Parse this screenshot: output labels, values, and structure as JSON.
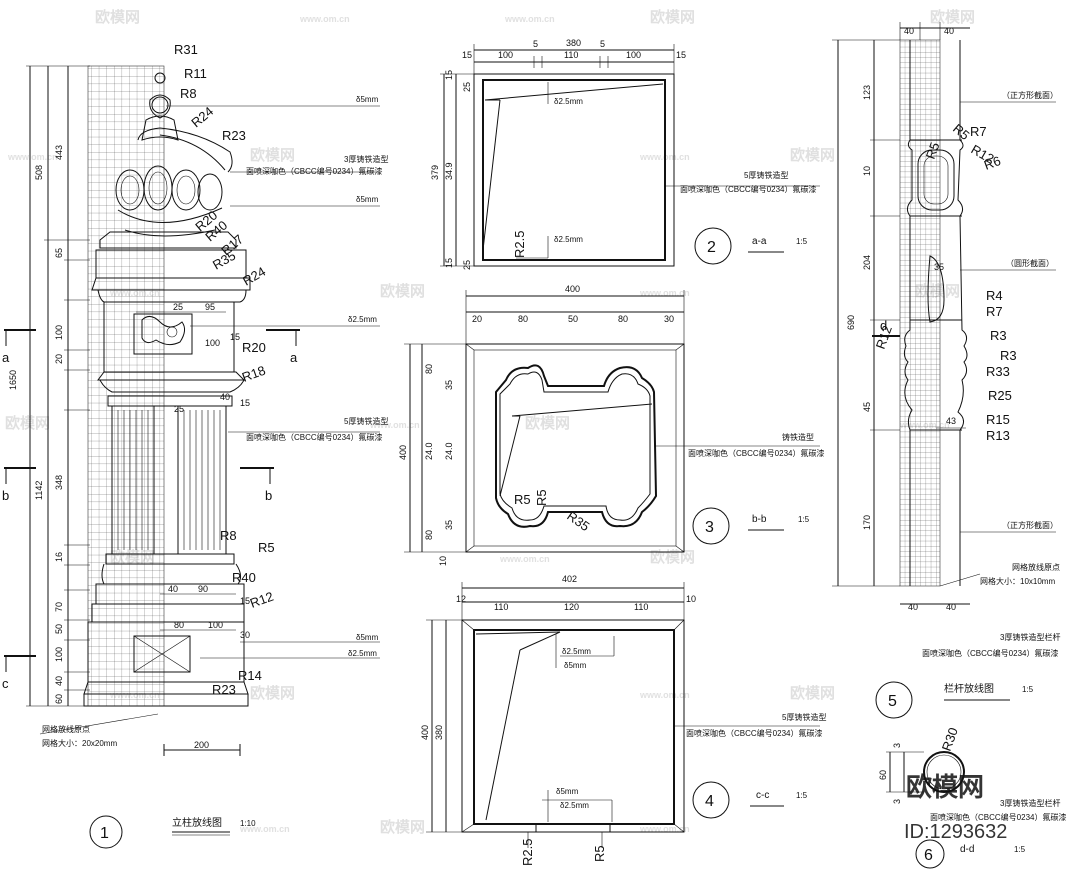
{
  "watermarks": {
    "brand": "欧模网",
    "site": "www.om.cn",
    "logo_text": "欧模网",
    "id_text": "ID:1293632"
  },
  "drawing1": {
    "title": "立柱放线图",
    "scale": "1:10",
    "number": "1",
    "grid_note_1": "网格放线原点",
    "grid_note_2": "网格大小：20x20mm",
    "dim_bottom": "200",
    "total_height": "1650",
    "h_508": "508",
    "h_1142": "1142",
    "h_443": "443",
    "h_65": "65",
    "h_100": "100",
    "h_20": "20",
    "h_348": "348",
    "h_16": "16",
    "h_70": "70",
    "h_50": "50",
    "h_60": "60",
    "h_40": "40",
    "w_25": "25",
    "w_95": "95",
    "w_100": "100",
    "w_15": "15",
    "w_30": "30",
    "w_40": "40",
    "w_90": "90",
    "w_80": "80",
    "r31": "R31",
    "r11": "R11",
    "r8": "R8",
    "r24": "R24",
    "r23": "R23",
    "r20": "R20",
    "r40": "R40",
    "r17": "R17",
    "r35": "R35",
    "r18": "R18",
    "r5": "R5",
    "r12": "R12",
    "r14": "R14",
    "sec_a": "a",
    "sec_b": "b",
    "sec_c": "c",
    "t5": "δ5mm",
    "t25": "δ2.5mm",
    "note_3mm": "3厚铸铁造型",
    "note_5mm": "5厚铸铁造型",
    "paint": "面喷深咖色（CBCC编号0234）氟碳漆"
  },
  "drawing2": {
    "number": "2",
    "label": "a-a",
    "scale": "1:5",
    "w_total": "380",
    "w_100": "100",
    "w_110": "110",
    "w_5": "5",
    "w_15": "15",
    "h_379": "379",
    "h_349": "34.9",
    "h_15": "15",
    "h_25": "25",
    "t25": "δ2.5mm",
    "r25": "R2.5",
    "note": "5厚铸铁造型",
    "paint": "面喷深咖色（CBCC编号0234）氟碳漆"
  },
  "drawing3": {
    "number": "3",
    "label": "b-b",
    "scale": "1:5",
    "w_total": "400",
    "w_20": "20",
    "w_80": "80",
    "w_50": "50",
    "w_30": "30",
    "h_400": "400",
    "h_240": "24.0",
    "h_80": "80",
    "h_35": "35",
    "h_10": "10",
    "r5": "R5",
    "r35": "R35",
    "note": "铸铁造型",
    "paint": "面喷深咖色（CBCC编号0234）氟碳漆"
  },
  "drawing4": {
    "number": "4",
    "label": "c-c",
    "scale": "1:5",
    "w_total": "402",
    "w_110": "110",
    "w_120": "120",
    "w_12": "12",
    "w_10": "10",
    "h_400": "400",
    "h_380": "380",
    "t25": "δ2.5mm",
    "t5": "δ5mm",
    "r25": "R2.5",
    "r5": "R5",
    "note": "5厚铸铁造型",
    "paint": "面喷深咖色（CBCC编号0234）氟碳漆"
  },
  "drawing5": {
    "number": "5",
    "title": "栏杆放线图",
    "scale": "1:5",
    "total": "690",
    "w_40": "40",
    "h_123": "123",
    "h_204": "204",
    "h_170": "170",
    "h_10": "10",
    "h_45": "45",
    "r7": "R7",
    "r6": "R6",
    "r12": "R12",
    "r5": "R5",
    "r4": "R4",
    "r3": "R3",
    "r33": "R33",
    "r25": "R25",
    "r15": "R15",
    "r13": "R13",
    "w_43": "43",
    "w_35": "35",
    "sec_d": "d",
    "note_square": "（正方形截面）",
    "note_round": "（圆形截面）",
    "grid_note_1": "网格放线原点",
    "grid_note_2": "网格大小：10x10mm",
    "note_3mm": "3厚铸铁造型栏杆",
    "paint": "面喷深咖色（CBCC编号0234）氟碳漆"
  },
  "drawing6": {
    "number": "6",
    "label": "d-d",
    "scale": "1:5",
    "h_60": "60",
    "h_3": "3",
    "r": "R30",
    "note": "3厚铸铁造型栏杆",
    "paint": "面喷深咖色（CBCC编号0234）氟碳漆"
  }
}
